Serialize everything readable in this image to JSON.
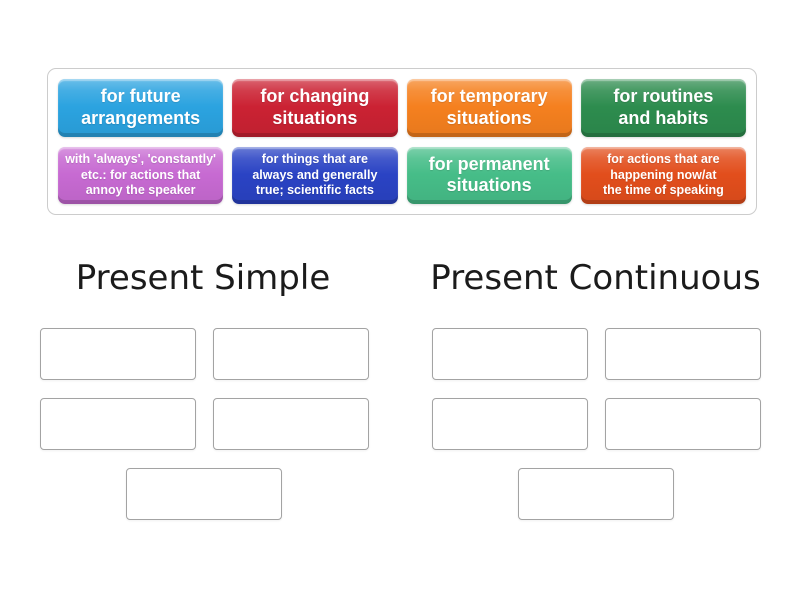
{
  "tray": {
    "tiles": [
      {
        "label": "for future\narrangements",
        "color": "#2ba3e0",
        "size": "big"
      },
      {
        "label": "for changing\nsituations",
        "color": "#cb2233",
        "size": "big"
      },
      {
        "label": "for temporary\nsituations",
        "color": "#f5801f",
        "size": "big"
      },
      {
        "label": "for routines\nand habits",
        "color": "#2d8c4e",
        "size": "big"
      },
      {
        "label": "with 'always', 'constantly'\netc.: for actions that\nannoy the speaker",
        "color": "#c76ad2",
        "size": "small"
      },
      {
        "label": "for things that are\nalways and generally\ntrue; scientific facts",
        "color": "#2a43c4",
        "size": "small"
      },
      {
        "label": "for permanent\nsituations",
        "color": "#46bd88",
        "size": "big"
      },
      {
        "label": "for actions that are\nhappening now/at\nthe time of speaking",
        "color": "#e24e1c",
        "size": "small"
      }
    ]
  },
  "groups": [
    {
      "title": "Present Simple",
      "slot_count": 5
    },
    {
      "title": "Present Continuous",
      "slot_count": 5
    }
  ],
  "colors": {
    "tray_border": "#cccccc",
    "slot_border": "#a3a3a3",
    "title_text": "#1b1b1b",
    "tile_text": "#ffffff"
  }
}
